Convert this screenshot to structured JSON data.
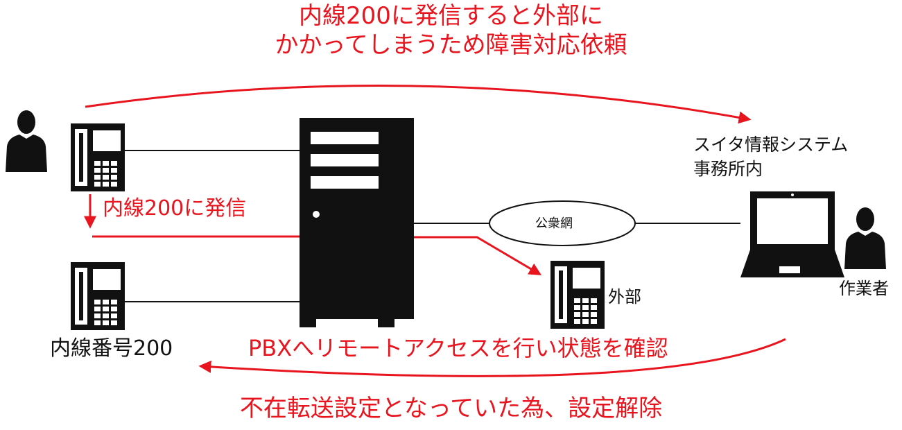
{
  "labels": {
    "top_line1": "内線200に発信すると外部に",
    "top_line2": "かかってしまうため障害対応依頼",
    "call_action": "内線200に発信",
    "office_line1": "スイタ情報システム",
    "office_line2": "事務所内",
    "public_network": "公衆網",
    "extension_number": "内線番号200",
    "outside": "外部",
    "worker": "作業者",
    "remote_check": "PBXへリモートアクセスを行い状態を確認",
    "bottom_result": "不在転送設定となっていた為、設定解除"
  },
  "colors": {
    "accent": "#e8141e",
    "foreground": "#111111",
    "background": "#ffffff"
  },
  "icons": [
    "person-icon",
    "telephone-icon",
    "pbx-server-icon",
    "public-network-cloud",
    "laptop-icon"
  ]
}
